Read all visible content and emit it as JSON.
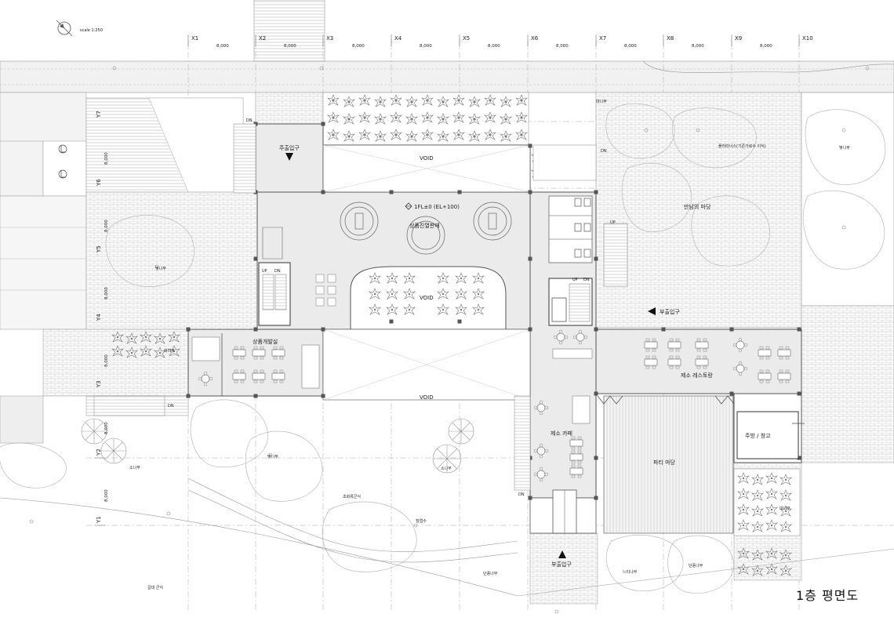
{
  "title": "1층 평면도",
  "scale_text": "scale 1:250",
  "grid": {
    "x_labels": [
      "X1",
      "X2",
      "X3",
      "X4",
      "X5",
      "X6",
      "X7",
      "X8",
      "X9",
      "X10"
    ],
    "x_dims": [
      "8,000",
      "8,000",
      "8,000",
      "8,000",
      "8,000",
      "8,000",
      "8,000",
      "8,000",
      "8,000"
    ],
    "y_labels": [
      "Y7",
      "Y6",
      "Y5",
      "Y4",
      "Y3",
      "Y2",
      "Y1"
    ],
    "y_dims": [
      "8,000",
      "8,000",
      "8,000",
      "8,000",
      "8,000",
      "8,000"
    ]
  },
  "rooms": {
    "void_top": "VOID",
    "void_center": "VOID",
    "void_bottom": "VOID",
    "level": "1FL±0 (EL+100)",
    "sales_hall": "상품진열판매",
    "dev_room": "상품개발실",
    "restaurant": "제소 레스토랑",
    "cafe": "제소 카페",
    "kitchen": "주방 / 창고",
    "party_yard": "파티 마당",
    "meeting_yard": "만남의 마당"
  },
  "entrances": {
    "main": "주출입구",
    "sub_east": "부출입구",
    "sub_south": "부출입구"
  },
  "stairs": {
    "up": "UP",
    "dn": "DN"
  },
  "landscape": {
    "bamboo_top": "대나무",
    "bamboo_left": "대나무",
    "bamboo_right": "대나무",
    "cherry_left": "벚나무",
    "cherry_right": "벚나무",
    "cherry_mid": "벚나무",
    "existing_tree": "플라타너스(기존가로수 이식)",
    "pine_left": "소나무",
    "pine_mid": "소나무",
    "shrub": "초화류군식",
    "zelkova": "느티나무",
    "maple_1": "단풍나무",
    "maple_2": "단풍나무",
    "evergreen": "침엽수",
    "reed": "갈대 군식"
  }
}
